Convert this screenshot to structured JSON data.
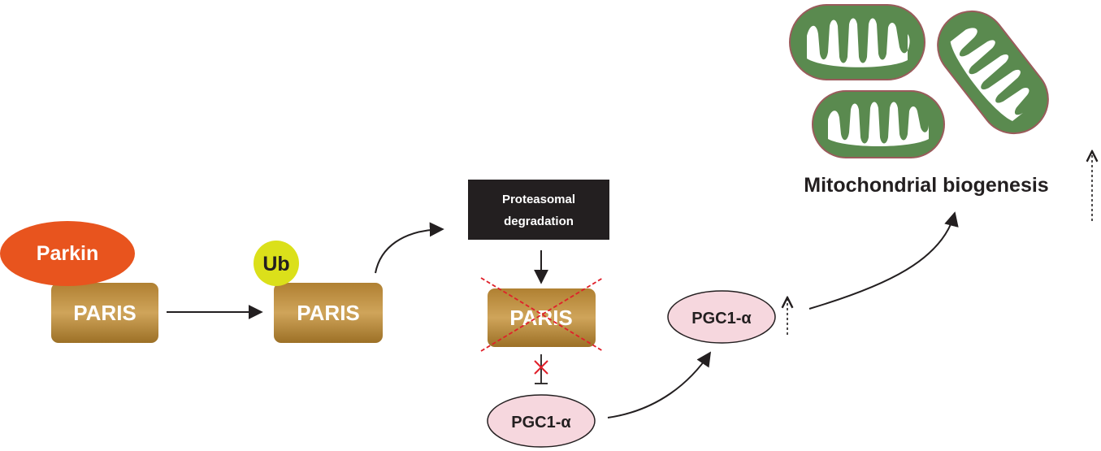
{
  "labels": {
    "parkin": "Parkin",
    "ub": "Ub",
    "paris_1": "PARIS",
    "paris_2": "PARIS",
    "paris_3": "PARIS",
    "proteasomal_line1": "Proteasomal",
    "proteasomal_line2": "degradation",
    "pgc1a_bottom": "PGC1-α",
    "pgc1a_mid": "PGC1-α",
    "mito_biogenesis": "Mitochondrial biogenesis"
  },
  "colors": {
    "parkin": "#e8541e",
    "ub": "#dbe01a",
    "paris": "#b8893a",
    "paris_dark": "#8a6422",
    "proteasome_box": "#231f20",
    "pgc1a_fill": "#f6d7de",
    "mito_outer": "#5a8a4f",
    "mito_border": "#9a5b5b",
    "red_x": "#e0202a"
  }
}
